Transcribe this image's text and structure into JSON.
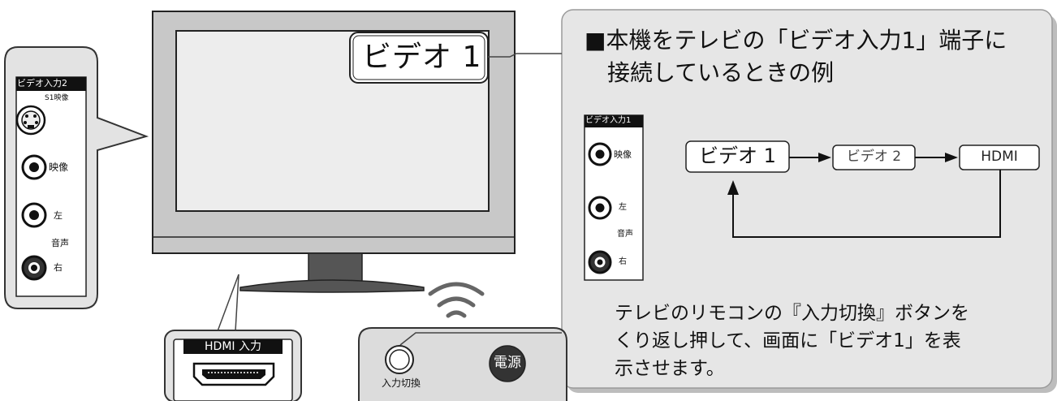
{
  "tv": {
    "screen_label": "ビデオ 1"
  },
  "left_panel": {
    "header": "ビデオ入力2",
    "s_video_label": "S1映像",
    "video_label": "映像",
    "left_label": "左",
    "audio_label": "音声",
    "right_label": "右"
  },
  "hdmi_panel": {
    "label": "HDMI 入力"
  },
  "remote": {
    "input_switch_label": "入力切換",
    "power_label": "電源"
  },
  "callout": {
    "title_line1": "■本機をテレビの「ビデオ入力1」端子に",
    "title_line2": "接続しているときの例",
    "mini_panel": {
      "header": "ビデオ入力1",
      "video_label": "映像",
      "left_label": "左",
      "audio_label": "音声",
      "right_label": "右"
    },
    "flow": [
      "ビデオ 1",
      "ビデオ 2",
      "HDMI"
    ],
    "instruction_line1": "テレビのリモコンの『入力切換』ボタンを",
    "instruction_line2": "くり返し押して、画面に「ビデオ1」を表",
    "instruction_line3": "示させます。"
  },
  "colors": {
    "callout_bg": "#e6e6e6",
    "panel_bg": "#e3e3e3",
    "tv_frame": "#c8c8c8",
    "screen": "#ededed",
    "dark": "#111111"
  }
}
